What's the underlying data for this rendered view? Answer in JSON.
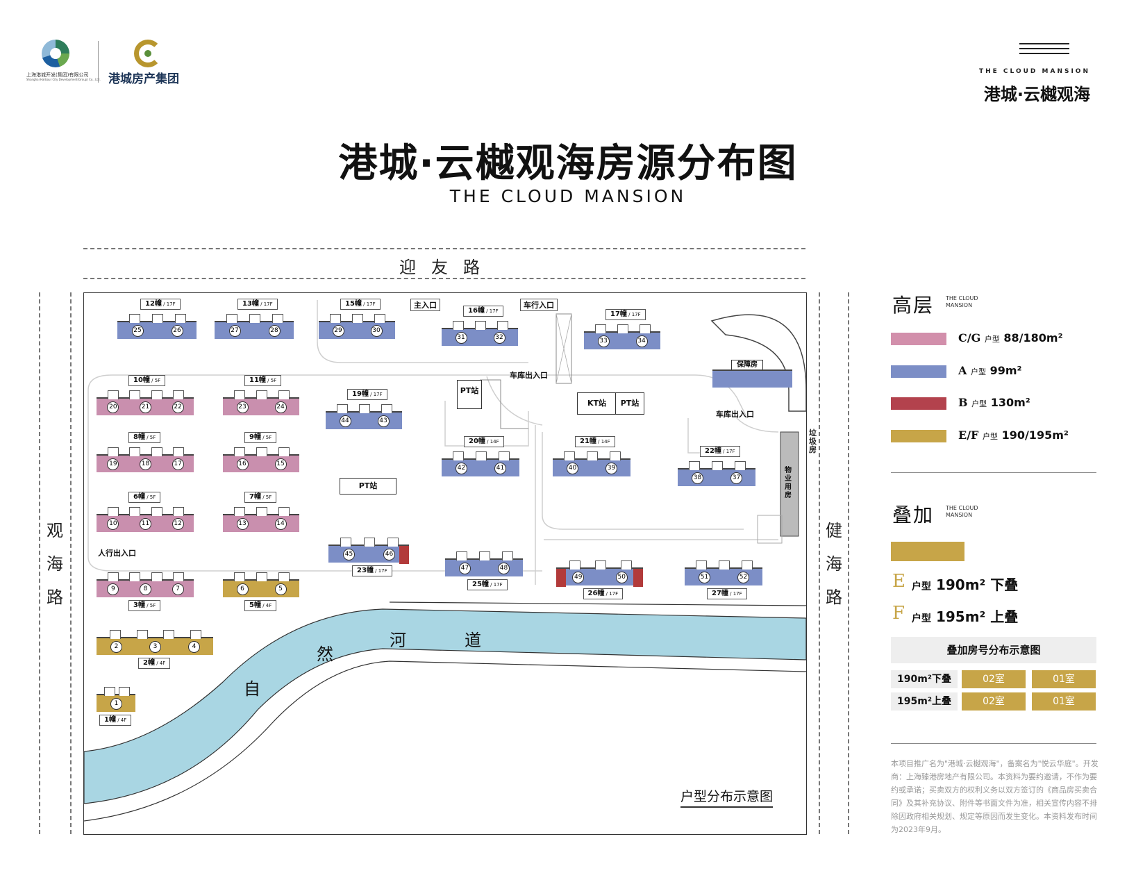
{
  "header": {
    "company_small": "上海港城开发(集团)有限公司",
    "company_small_en": "Shanghai Harbour City Development(Group) Co., Ltd.",
    "group_name": "港城房产集团",
    "brand_en": "THE CLOUD MANSION",
    "brand_cn": "港城·云樾观海",
    "title": "港城·云樾观海房源分布图",
    "subtitle": "THE CLOUD MANSION"
  },
  "roads": {
    "top": "迎友路",
    "left": [
      "观",
      "海",
      "路"
    ],
    "right": [
      "健",
      "海",
      "路"
    ]
  },
  "map": {
    "caption": "户型分布示意图",
    "river": [
      "自",
      "然",
      "河",
      "道"
    ],
    "stations": [
      "PT站",
      "KT站",
      "PT站",
      "PT站",
      "保障房",
      "物业用房",
      "垃圾房"
    ],
    "entrances": [
      "主入口",
      "车行入口",
      "车库出入口",
      "车库出入口",
      "人行出入口"
    ],
    "buildings": [
      {
        "label": "12幢",
        "floors": "17F",
        "type": "blue",
        "units": [
          "25",
          "26"
        ]
      },
      {
        "label": "13幢",
        "floors": "17F",
        "type": "blue",
        "units": [
          "27",
          "28"
        ]
      },
      {
        "label": "15幢",
        "floors": "17F",
        "type": "blue",
        "units": [
          "29",
          "30"
        ]
      },
      {
        "label": "16幢",
        "floors": "17F",
        "type": "blue",
        "units": [
          "31",
          "32"
        ]
      },
      {
        "label": "17幢",
        "floors": "17F",
        "type": "blue",
        "units": [
          "33",
          "34"
        ]
      },
      {
        "label": "10幢",
        "floors": "5F",
        "type": "pink",
        "units": [
          "20",
          "21",
          "22"
        ]
      },
      {
        "label": "11幢",
        "floors": "5F",
        "type": "pink",
        "units": [
          "23",
          "24"
        ]
      },
      {
        "label": "19幢",
        "floors": "17F",
        "type": "blue",
        "units": [
          "44",
          "43"
        ]
      },
      {
        "label": "8幢",
        "floors": "5F",
        "type": "pink",
        "units": [
          "19",
          "18",
          "17"
        ]
      },
      {
        "label": "9幢",
        "floors": "5F",
        "type": "pink",
        "units": [
          "16",
          "15"
        ]
      },
      {
        "label": "20幢",
        "floors": "14F",
        "type": "blue",
        "units": [
          "42",
          "41"
        ]
      },
      {
        "label": "21幢",
        "floors": "14F",
        "type": "blue",
        "units": [
          "40",
          "39"
        ]
      },
      {
        "label": "22幢",
        "floors": "17F",
        "type": "blue",
        "units": [
          "38",
          "37"
        ]
      },
      {
        "label": "6幢",
        "floors": "5F",
        "type": "pink",
        "units": [
          "10",
          "11",
          "12"
        ]
      },
      {
        "label": "7幢",
        "floors": "5F",
        "type": "pink",
        "units": [
          "13",
          "14"
        ]
      },
      {
        "label": "23幢",
        "floors": "17F",
        "type": "blue",
        "units": [
          "45",
          "46"
        ]
      },
      {
        "label": "25幢",
        "floors": "17F",
        "type": "blue",
        "units": [
          "47",
          "48"
        ]
      },
      {
        "label": "26幢",
        "floors": "17F",
        "type": "blue",
        "units": [
          "49",
          "50"
        ]
      },
      {
        "label": "27幢",
        "floors": "17F",
        "type": "blue",
        "units": [
          "51",
          "52"
        ]
      },
      {
        "label": "3幢",
        "floors": "5F",
        "type": "pink",
        "units": [
          "9",
          "8",
          "7"
        ]
      },
      {
        "label": "5幢",
        "floors": "4F",
        "type": "gold",
        "units": [
          "6",
          "5"
        ]
      },
      {
        "label": "2幢",
        "floors": "4F",
        "type": "gold",
        "units": [
          "2",
          "3",
          "4"
        ]
      },
      {
        "label": "1幢",
        "floors": "4F",
        "type": "gold",
        "units": [
          "1"
        ]
      }
    ]
  },
  "legend": {
    "highrise": "高层",
    "highrise_en": "THE CLOUD MANSION",
    "items": [
      {
        "code": "C/G",
        "unit": "户型",
        "area": "88/180m²",
        "color": "#d28fab"
      },
      {
        "code": "A",
        "unit": "户型",
        "area": "99m²",
        "color": "#7c8ec6"
      },
      {
        "code": "B",
        "unit": "户型",
        "area": "130m²",
        "color": "#b3424d"
      },
      {
        "code": "E/F",
        "unit": "户型",
        "area": "190/195m²",
        "color": "#c7a548"
      }
    ],
    "stack": "叠加",
    "stack_en": "THE CLOUD MANSION",
    "stack_color": "#c7a548",
    "e_letter": "E",
    "e_unit": "户型",
    "e_area": "190m²",
    "e_desc": "下叠",
    "f_letter": "F",
    "f_unit": "户型",
    "f_area": "195m²",
    "f_desc": "上叠",
    "table_title": "叠加房号分布示意图",
    "rows": [
      {
        "label": "190m²下叠",
        "cells": [
          "02室",
          "01室"
        ]
      },
      {
        "label": "195m²上叠",
        "cells": [
          "02室",
          "01室"
        ]
      }
    ],
    "disclaimer": "本项目推广名为\"港城·云樾观海\"，备案名为\"悦云华庭\"。开发商：上海臻港房地产有限公司。本资料为要约邀请，不作为要约或承诺；买卖双方的权利义务以双方签订的《商品房买卖合同》及其补充协议、附件等书面文件为准，相关宣传内容不排除因政府相关规划、规定等原因而发生变化。本资料发布时间为2023年9月。"
  }
}
